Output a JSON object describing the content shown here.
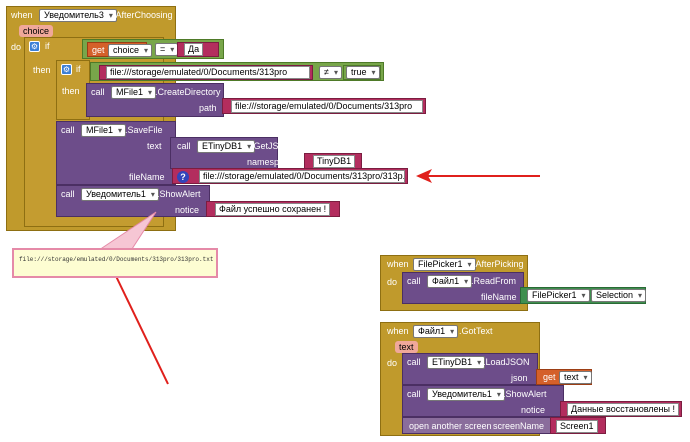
{
  "block1": {
    "when": "when",
    "component": "Уведомитель3",
    "event": ".AfterChoosing",
    "param": "choice",
    "do": "do",
    "if1": "if",
    "get": "get",
    "var_choice": "choice",
    "eq_op": "=",
    "yes_value": "Да",
    "then1": "then",
    "if2": "if",
    "path_str1": "file:///storage/emulated/0/Documents/313pro",
    "neq_op": "≠",
    "true_value": "true",
    "then2": "then",
    "call_create": "call",
    "mfile_create": "MFile1",
    "create_method": ".CreateDirectory",
    "path_label": "path",
    "path_str2": "file:///storage/emulated/0/Documents/313pro",
    "call_save": "call",
    "mfile_save": "MFile1",
    "save_method": ".SaveFile",
    "text_label": "text",
    "call_getjson": "call",
    "etiny_get": "ETinyDB1",
    "getjson_method": ".GetJSON",
    "namespace_label": "namespace",
    "namespace_value": "TinyDB1",
    "filename_label": "fileName",
    "filename_str": "file:///storage/emulated/0/Documents/313pro/313p...",
    "call_alert": "call",
    "notifier_alert": "Уведомитель1",
    "alert_method": ".ShowAlert",
    "notice_label": "notice",
    "notice_value": "Файл успешно сохранен !"
  },
  "tooltip": {
    "text": "file:///storage/emulated/0/Documents/313pro/313pro.txt"
  },
  "block2": {
    "when": "when",
    "component": "FilePicker1",
    "event": ".AfterPicking",
    "do": "do",
    "call": "call",
    "file_comp": "Файл1",
    "method": ".ReadFrom",
    "filename_label": "fileName",
    "picker_comp": "FilePicker1",
    "selection": "Selection"
  },
  "block3": {
    "when": "when",
    "component": "Файл1",
    "event": ".GotText",
    "param": "text",
    "do": "do",
    "call_load": "call",
    "etiny_load": "ETinyDB1",
    "load_method": ".LoadJSON",
    "json_label": "json",
    "get": "get",
    "var_text": "text",
    "call_alert": "call",
    "notifier_alert": "Уведомитель1",
    "alert_method": ".ShowAlert",
    "notice_label": "notice",
    "notice_value": "Данные восстановлены !",
    "open_screen": "open another screen",
    "screen_label": "screenName",
    "screen_value": "Screen1"
  },
  "colors": {
    "event": "#c09a2c",
    "call": "#6d4d8a",
    "text": "#b32d5e",
    "logic": "#78a64a",
    "variable": "#d4602a",
    "arrow": "#e0201c"
  }
}
